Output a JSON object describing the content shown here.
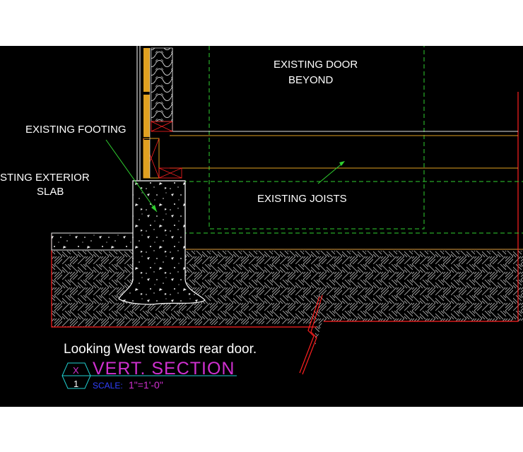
{
  "drawing": {
    "labels": {
      "existing_door": [
        "EXISTING DOOR",
        "BEYOND"
      ],
      "existing_footing": "EXISTING FOOTING",
      "exterior_slab": [
        "STING EXTERIOR",
        "SLAB"
      ],
      "existing_joists": "EXISTING JOISTS",
      "note": "Looking West towards rear door."
    },
    "title_block": {
      "title": "VERT. SECTION",
      "scale_prefix": "SCALE:",
      "scale_value": "1\"=1'-0\"",
      "tag_top": "X",
      "tag_bottom": "1"
    },
    "colors": {
      "background": "#000000",
      "page": "#ffffff",
      "hatch": "#b4b4b4",
      "ground_line": "#e0a040",
      "red": "#ff2020",
      "green": "#30d030",
      "wood": "#e0a020",
      "magenta": "#d030d0",
      "blue": "#3040ff",
      "cyan": "#20d0d0",
      "white": "#ffffff"
    }
  }
}
